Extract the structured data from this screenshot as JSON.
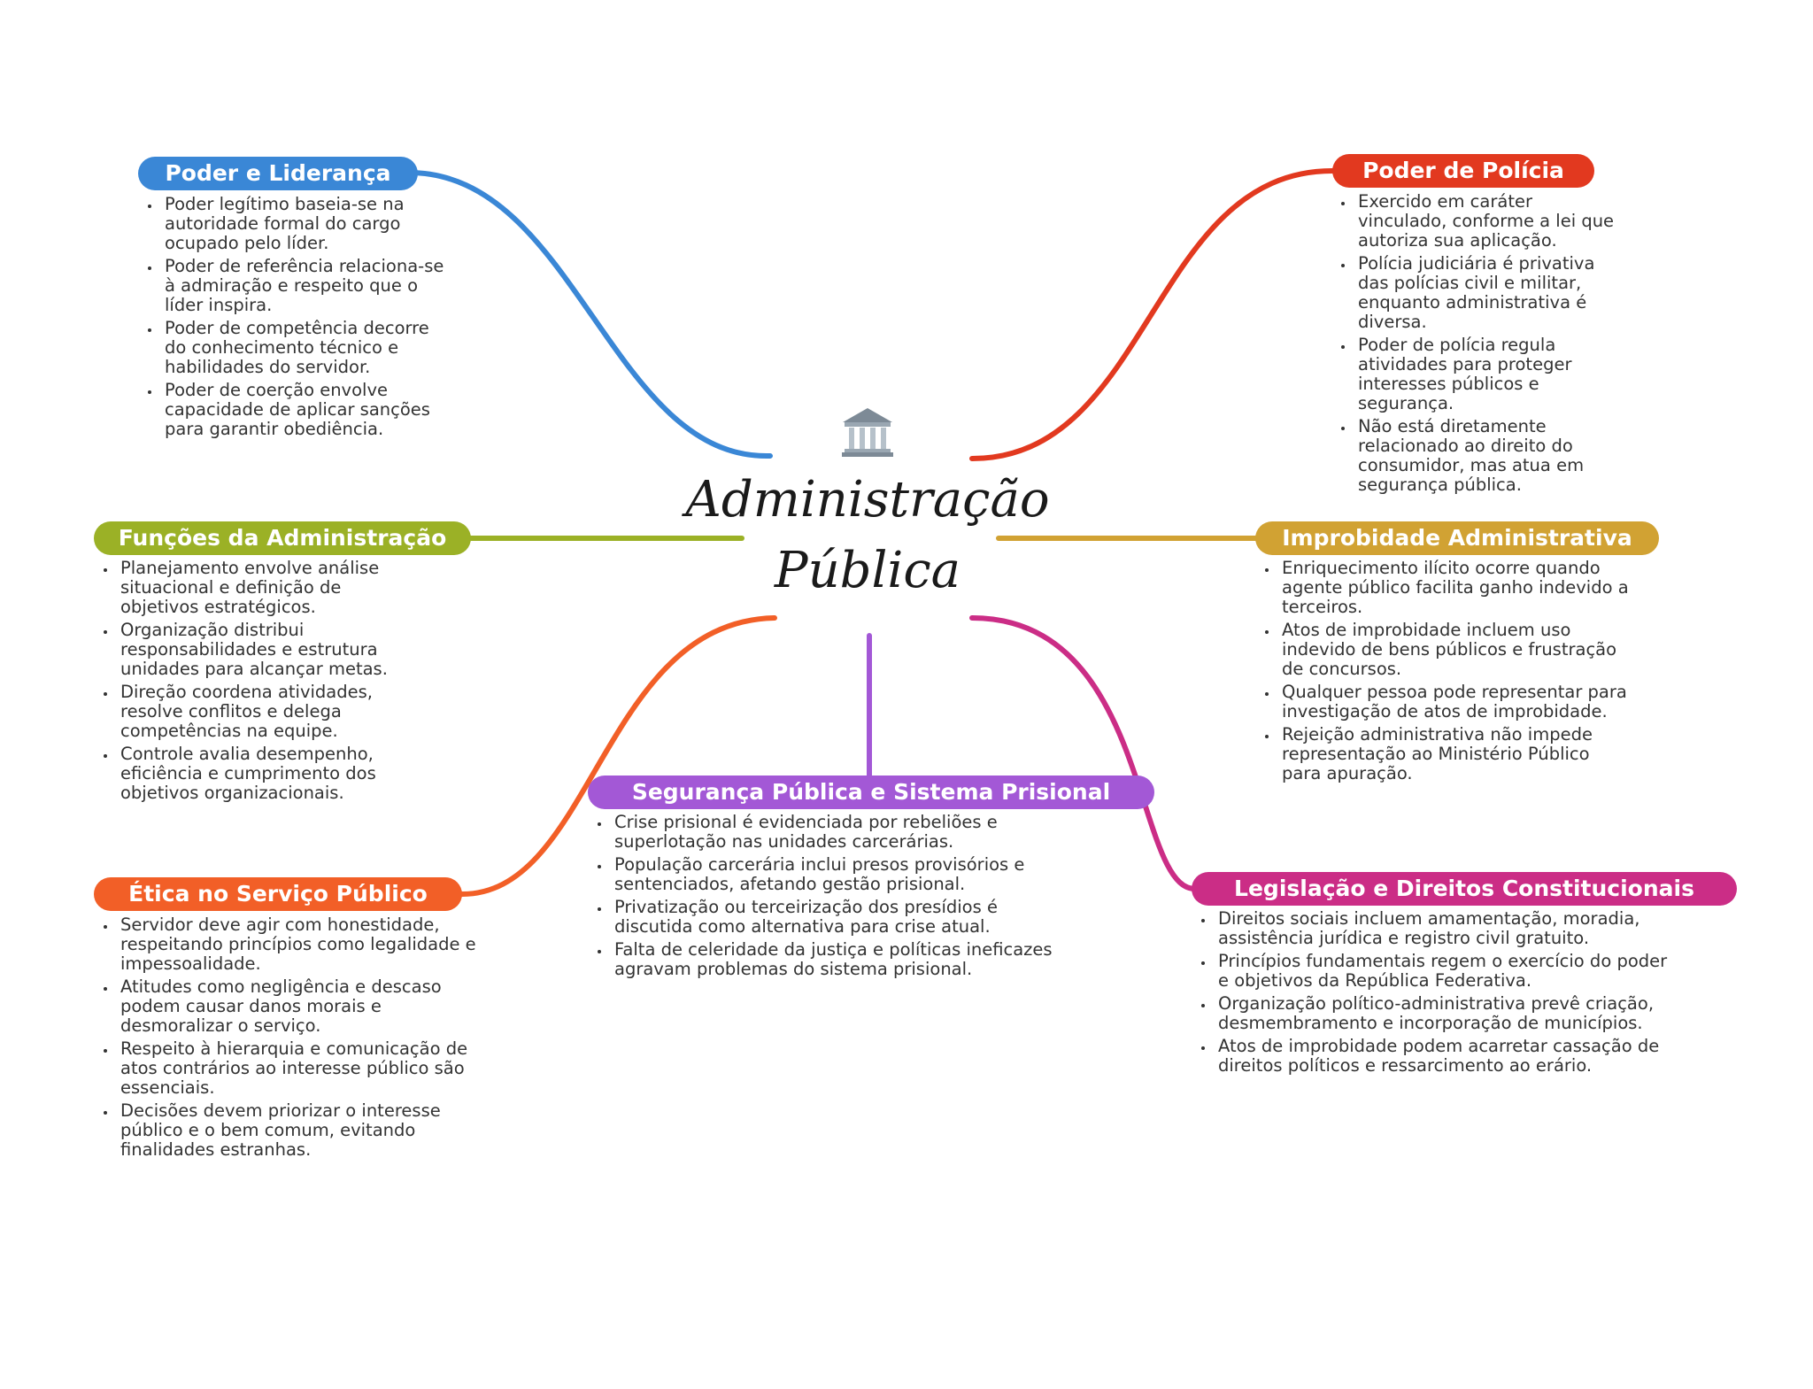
{
  "center": {
    "title": "Administração Pública",
    "icon": "government-building-icon"
  },
  "branches": [
    {
      "id": "poder-lideranca",
      "title": "Poder e Liderança",
      "color": "#3a87d6",
      "items": [
        "Poder legítimo baseia-se na autoridade formal do cargo ocupado pelo líder.",
        "Poder de referência relaciona-se à admiração e respeito que o líder inspira.",
        "Poder de competência decorre do conhecimento técnico e habilidades do servidor.",
        "Poder de coerção envolve capacidade de aplicar sanções para garantir obediência."
      ]
    },
    {
      "id": "funcoes-administracao",
      "title": "Funções da Administração",
      "color": "#9bb126",
      "items": [
        "Planejamento envolve análise situacional e definição de objetivos estratégicos.",
        "Organização distribui responsabilidades e estrutura unidades para alcançar metas.",
        "Direção coordena atividades, resolve conflitos e delega competências na equipe.",
        "Controle avalia desempenho, eficiência e cumprimento dos objetivos organizacionais."
      ]
    },
    {
      "id": "etica-servico-publico",
      "title": "Ética no Serviço Público",
      "color": "#f25f27",
      "items": [
        "Servidor deve agir com honestidade, respeitando princípios como legalidade e impessoalidade.",
        "Atitudes como negligência e descaso podem causar danos morais e desmoralizar o serviço.",
        "Respeito à hierarquia e comunicação de atos contrários ao interesse público são essenciais.",
        "Decisões devem priorizar o interesse público e o bem comum, evitando finalidades estranhas."
      ]
    },
    {
      "id": "seguranca-publica",
      "title": "Segurança Pública e Sistema Prisional",
      "color": "#a358d6",
      "items": [
        "Crise prisional é evidenciada por rebeliões e superlotação nas unidades carcerárias.",
        "População carcerária inclui presos provisórios e sentenciados, afetando gestão prisional.",
        "Privatização ou terceirização dos presídios é discutida como alternativa para crise atual.",
        "Falta de celeridade da justiça e políticas ineficazes agravam problemas do sistema prisional."
      ]
    },
    {
      "id": "poder-policia",
      "title": "Poder de Polícia",
      "color": "#e2391f",
      "items": [
        "Exercido em caráter vinculado, conforme a lei que autoriza sua aplicação.",
        "Polícia judiciária é privativa das polícias civil e militar, enquanto administrativa é diversa.",
        "Poder de polícia regula atividades para proteger interesses públicos e segurança.",
        "Não está diretamente relacionado ao direito do consumidor, mas atua em segurança pública."
      ]
    },
    {
      "id": "improbidade-administrativa",
      "title": "Improbidade Administrativa",
      "color": "#d1a233",
      "items": [
        "Enriquecimento ilícito ocorre quando agente público facilita ganho indevido a terceiros.",
        "Atos de improbidade incluem uso indevido de bens públicos e frustração de concursos.",
        "Qualquer pessoa pode representar para investigação de atos de improbidade.",
        "Rejeição administrativa não impede representação ao Ministério Público para apuração."
      ]
    },
    {
      "id": "legislacao-direitos",
      "title": "Legislação e Direitos Constitucionais",
      "color": "#cb2d86",
      "items": [
        "Direitos sociais incluem amamentação, moradia, assistência jurídica e registro civil gratuito.",
        "Princípios fundamentais regem o exercício do poder e objetivos da República Federativa.",
        "Organização político-administrativa prevê criação, desmembramento e incorporação de municípios.",
        "Atos de improbidade podem acarretar cassação de direitos políticos e ressarcimento ao erário."
      ]
    }
  ]
}
